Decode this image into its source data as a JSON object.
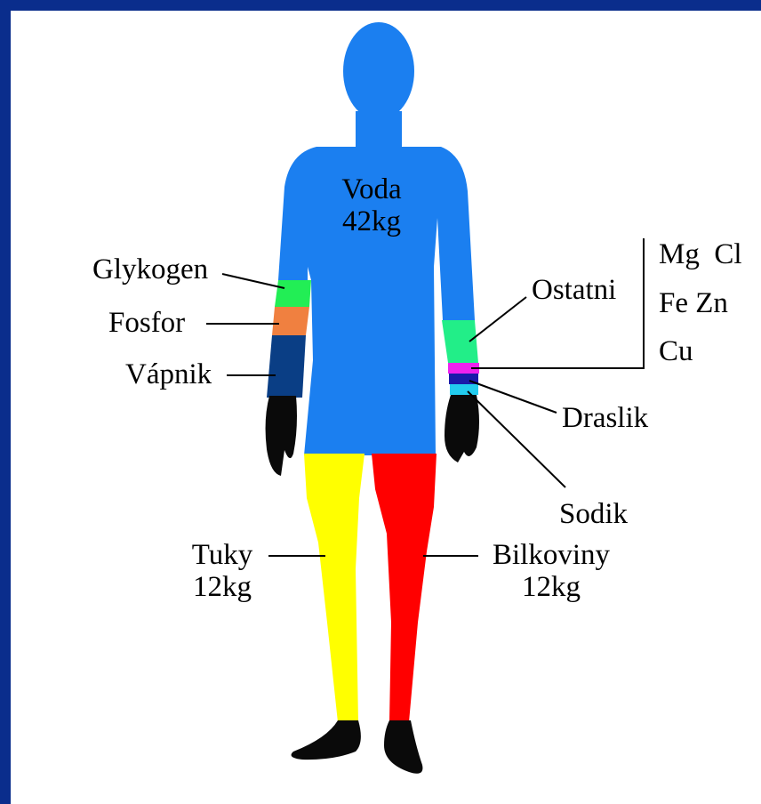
{
  "colors": {
    "background": "#0a2d8c",
    "voda": "#1b7ff0",
    "tuky": "#ffff00",
    "bilkoviny": "#ff0000",
    "glykogen": "#22ee55",
    "fosfor": "#f08040",
    "vapnik": "#0a3e85",
    "ostatni": "#22ee88",
    "mg_fe_cu": "#ee22ee",
    "draslik": "#1a1aaa",
    "sodik": "#22ccee",
    "hands_feet": "#0a0a0a"
  },
  "labels": {
    "voda": "Voda",
    "voda_kg": "42kg",
    "glykogen": "Glykogen",
    "fosfor": "Fosfor",
    "vapnik": "Vápnik",
    "ostatni": "Ostatni",
    "mg_cl": "Mg  Cl",
    "fe_zn": "Fe Zn",
    "cu": "Cu",
    "draslik": "Draslik",
    "sodik": "Sodik",
    "tuky": "Tuky",
    "tuky_kg": "12kg",
    "bilkoviny": "Bilkoviny",
    "bilkoviny_kg": "12kg"
  }
}
